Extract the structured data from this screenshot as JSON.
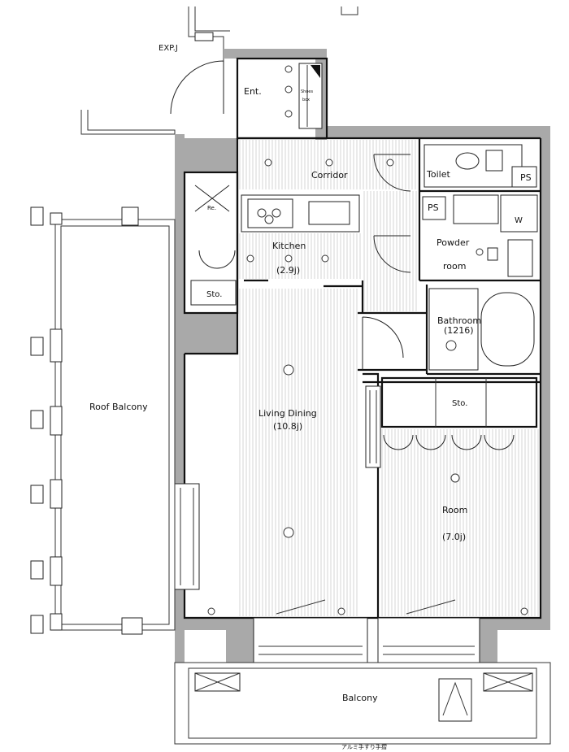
{
  "rooms": {
    "roof_balcony": "Roof Balcony",
    "entrance": "Ent.",
    "shoes": "Shoes",
    "shoes_sub": "box",
    "corridor": "Corridor",
    "toilet": "Toilet",
    "ps_top": "PS",
    "ps_mid": "PS",
    "refrigerator": "Re.",
    "kitchen": "Kitchen",
    "kitchen_size": "(2.9j)",
    "kitchen_storage": "Sto.",
    "powder_room_line1": "Powder",
    "powder_room_line2": "room",
    "washer": "W",
    "bathroom": "Bathroom",
    "bathroom_size": "(1216)",
    "living_dining": "Living Dining",
    "living_dining_size": "(10.8j)",
    "room_storage": "Sto.",
    "room": "Room",
    "room_size": "(7.0j)",
    "balcony": "Balcony"
  },
  "notes": {
    "exp_j": "EXP.J",
    "footer": "アルミ手すり手摺"
  },
  "colors": {
    "wall": "#a9a9a9",
    "line": "#111111",
    "floor_hatch": "#c4c4c4"
  }
}
